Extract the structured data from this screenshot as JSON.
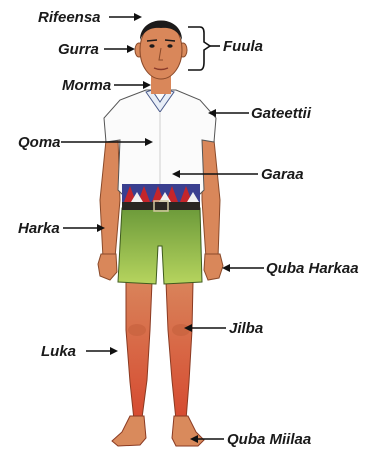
{
  "labels": {
    "rifeensa": "Rifeensa",
    "gurra": "Gurra",
    "fuula": "Fuula",
    "morma": "Morma",
    "gateettii": "Gateettii",
    "qoma": "Qoma",
    "garaa": "Garaa",
    "harka": "Harka",
    "quba_harkaa": "Quba Harkaa",
    "jilba": "Jilba",
    "luka": "Luka",
    "quba_miilaa": "Quba Miilaa"
  },
  "colors": {
    "skin": "#d9875a",
    "hair": "#1c1a1a",
    "shirt": "#fbfbfb",
    "shorts": "#8fb84a",
    "belt": "#2a2622",
    "waistband_red": "#c4252a",
    "waistband_blue": "#3a3f8f",
    "legs": "#d8573a"
  }
}
